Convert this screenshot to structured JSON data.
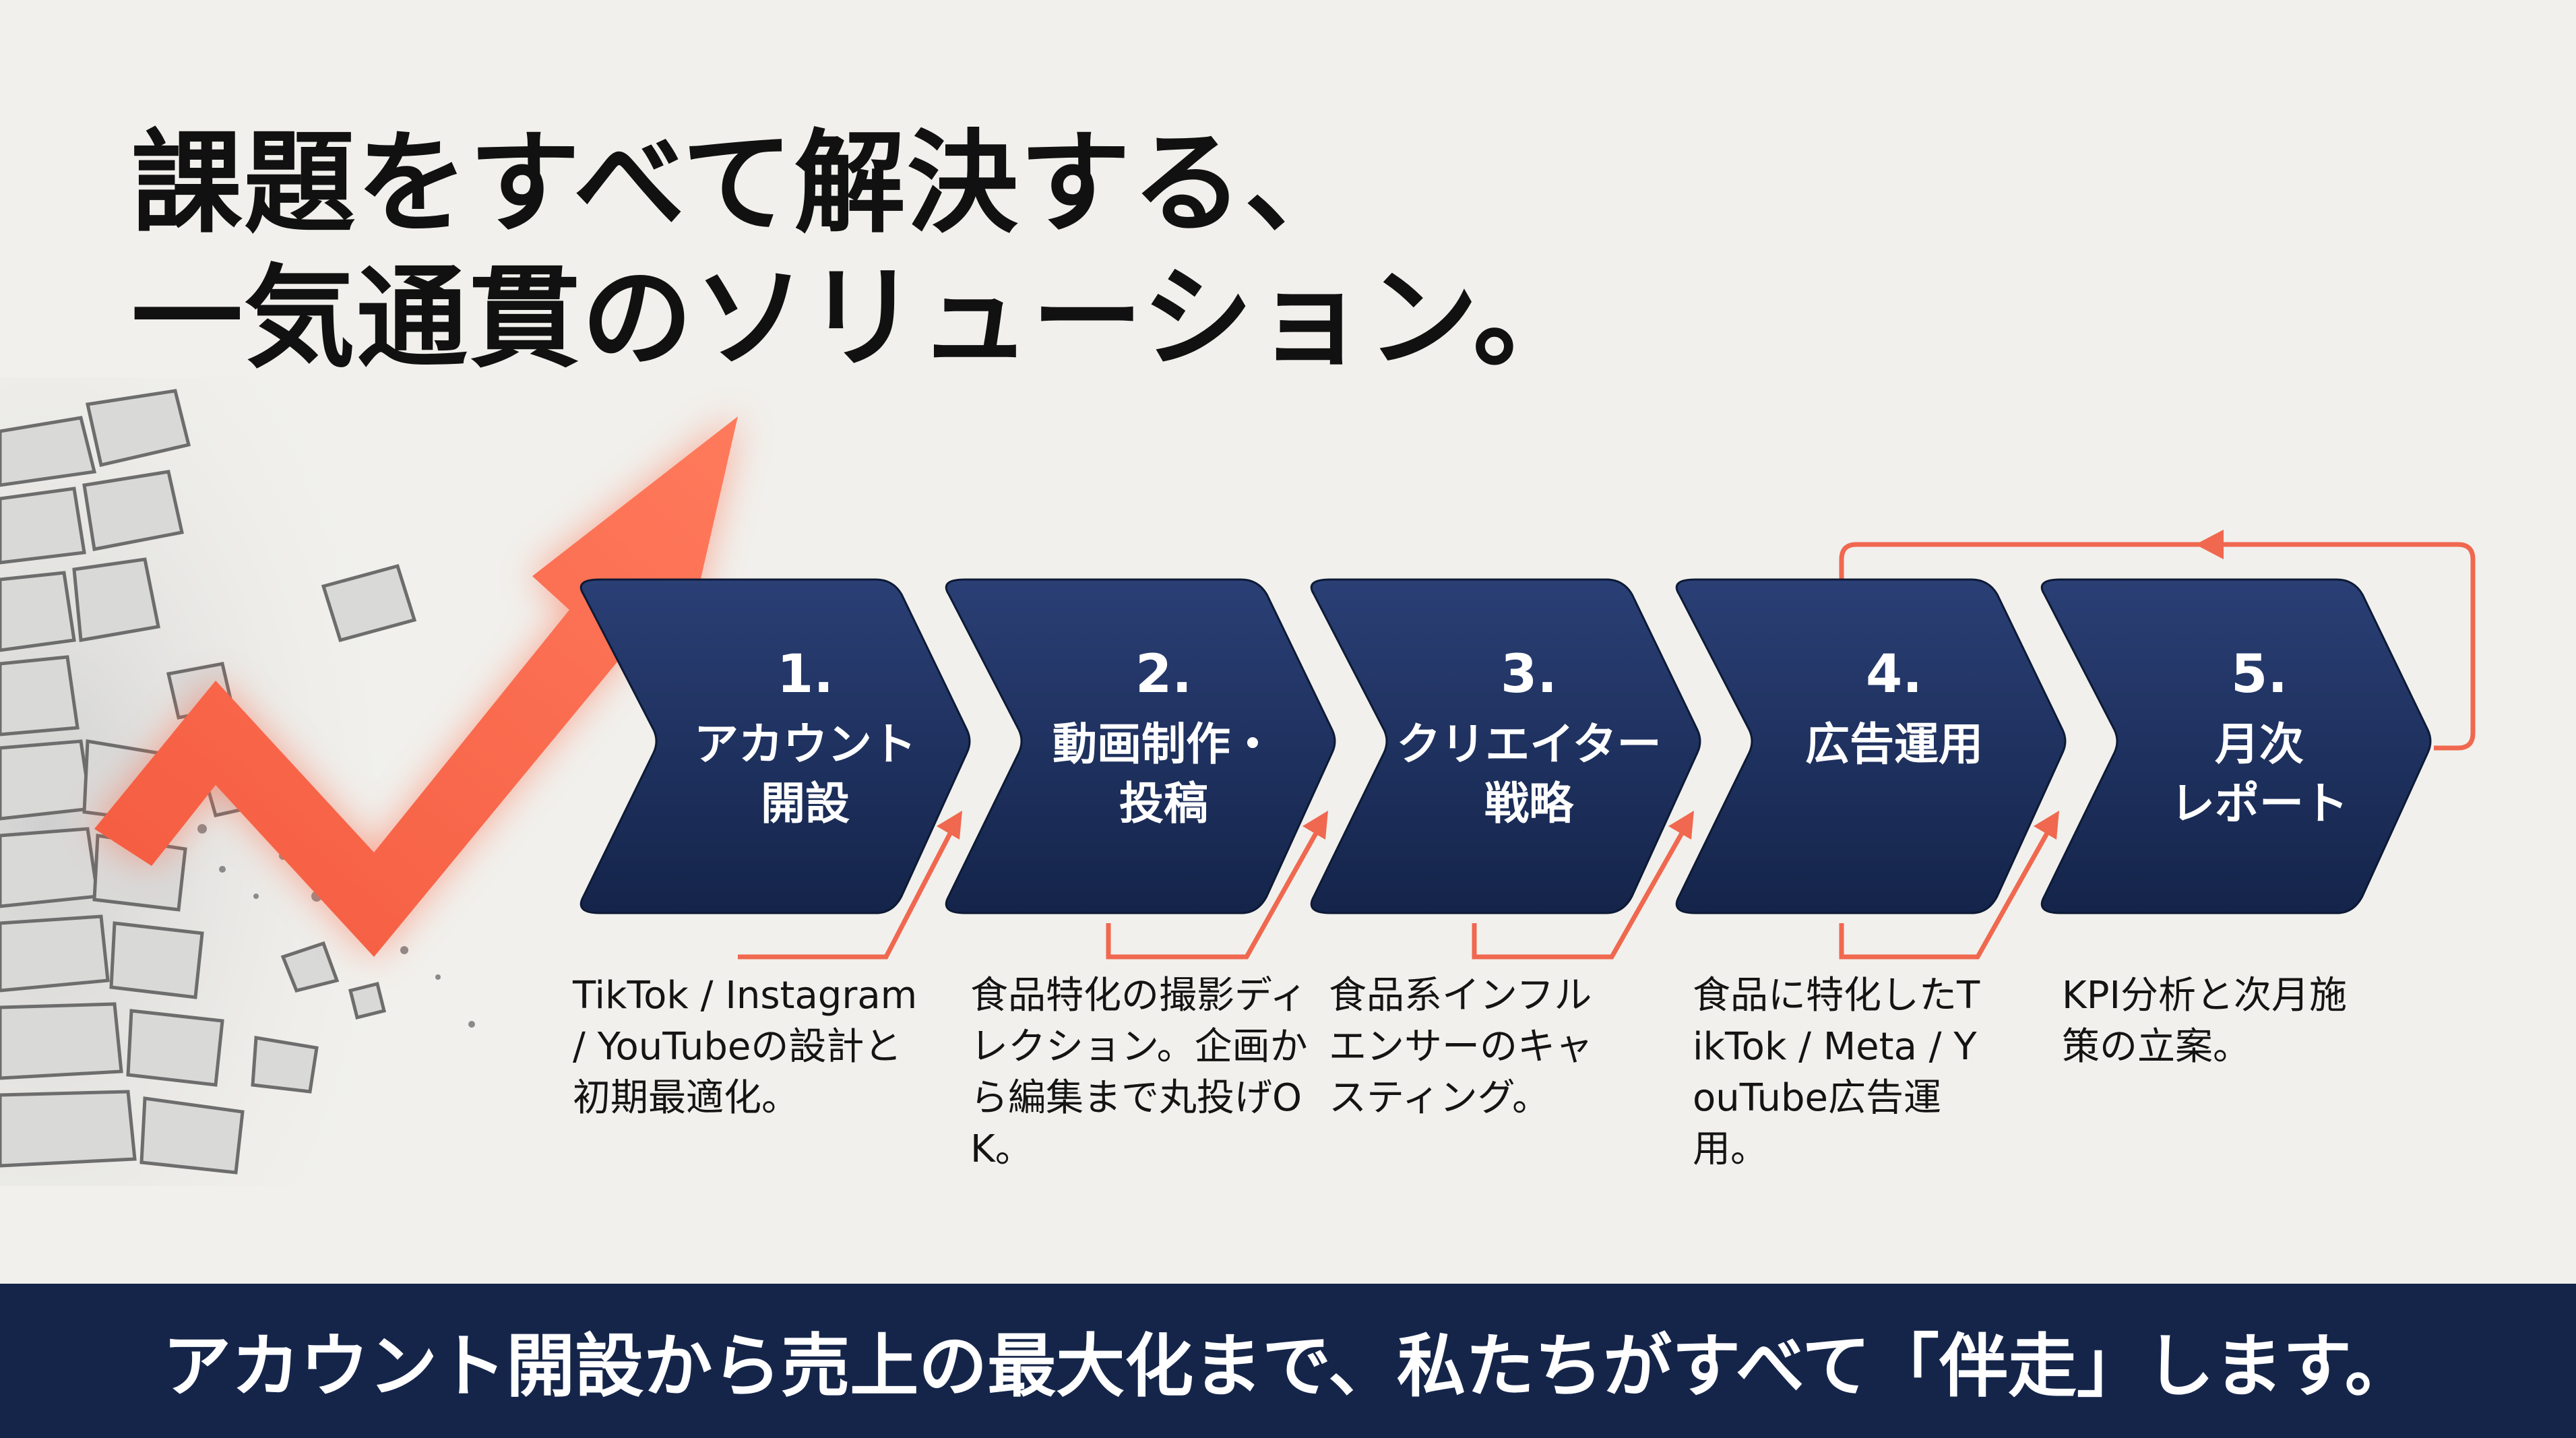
{
  "headline": {
    "line1": "課題をすべて解決する、",
    "line2": "一気通貫のソリューション。"
  },
  "steps": [
    {
      "num": "1.",
      "title_l1": "アカウント",
      "title_l2": "開設",
      "desc": "TikTok / Instagram / YouTubeの設計と初期最適化。"
    },
    {
      "num": "2.",
      "title_l1": "動画制作・",
      "title_l2": "投稿",
      "desc": "食品特化の撮影ディレクション。企画から編集まで丸投げOK。"
    },
    {
      "num": "3.",
      "title_l1": "クリエイター",
      "title_l2": "戦略",
      "desc": "食品系インフルエンサーのキャスティング。"
    },
    {
      "num": "4.",
      "title_l1": "広告運用",
      "title_l2": "",
      "desc": "食品に特化したTikTok / Meta / YouTube広告運用。"
    },
    {
      "num": "5.",
      "title_l1": "月次",
      "title_l2": "レポート",
      "desc": "KPI分析と次月施策の立案。"
    }
  ],
  "banner": {
    "text": "アカウント開設から売上の最大化まで、私たちがすべて「伴走」します。"
  },
  "colors": {
    "background": "#f1f0ec",
    "navy": "#1c2f5f",
    "navy_dark": "#15254a",
    "accent": "#f0684f",
    "text": "#111111"
  },
  "icons": [
    "growth-arrow-icon",
    "broken-wall-icon",
    "loop-arrow-icon"
  ]
}
